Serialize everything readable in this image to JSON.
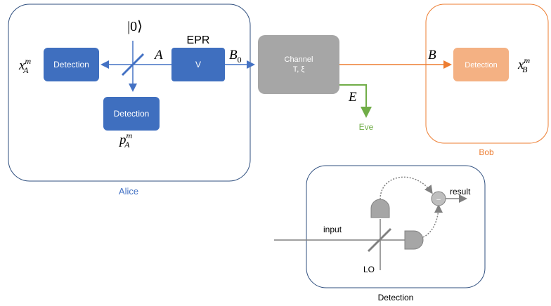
{
  "alice": {
    "label": "Alice",
    "detection_x_label": "Detection",
    "detection_p_label": "Detection",
    "epr_label": "EPR",
    "v_label": "V",
    "vacuum_label": "|0⟩",
    "x_a": "x",
    "x_a_sup": "m",
    "x_a_sub": "A",
    "p_a": "p",
    "p_a_sup": "m",
    "p_a_sub": "A",
    "mode_a": "A",
    "mode_b0": "B",
    "mode_b0_sub": "0"
  },
  "channel": {
    "line1": "Channel",
    "line2": "T, ξ",
    "mode_e": "E"
  },
  "eve": {
    "label": "Eve"
  },
  "bob": {
    "label": "Bob",
    "mode_b": "B",
    "detection_label": "Detection",
    "x_b": "x",
    "x_b_sup": "m",
    "x_b_sub": "B"
  },
  "detection_inset": {
    "caption": "Detection",
    "input_label": "input",
    "lo_label": "LO",
    "result_label": "result",
    "minus_label": "–"
  },
  "colors": {
    "alice_blue": "#4472C4",
    "box_blue": "#3F6FBF",
    "frame_blue": "#2F4F7F",
    "bob_orange": "#ED7D31",
    "bob_box": "#F4B183",
    "eve_green": "#70AD47",
    "channel_gray": "#A6A6A6",
    "inset_gray": "#808080"
  }
}
